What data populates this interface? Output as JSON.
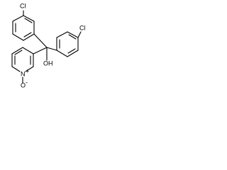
{
  "molecule": {
    "labels": {
      "chlorine_top": "Cl",
      "chlorine_right": "Cl",
      "hydroxyl": "OH",
      "nitrogen": "N",
      "n_oxide_sup": "+",
      "n_oxide_o": "O",
      "n_oxide_charge": "-"
    }
  },
  "colors": {
    "bond": "#000000",
    "text": "#000000",
    "background": "#ffffff"
  }
}
